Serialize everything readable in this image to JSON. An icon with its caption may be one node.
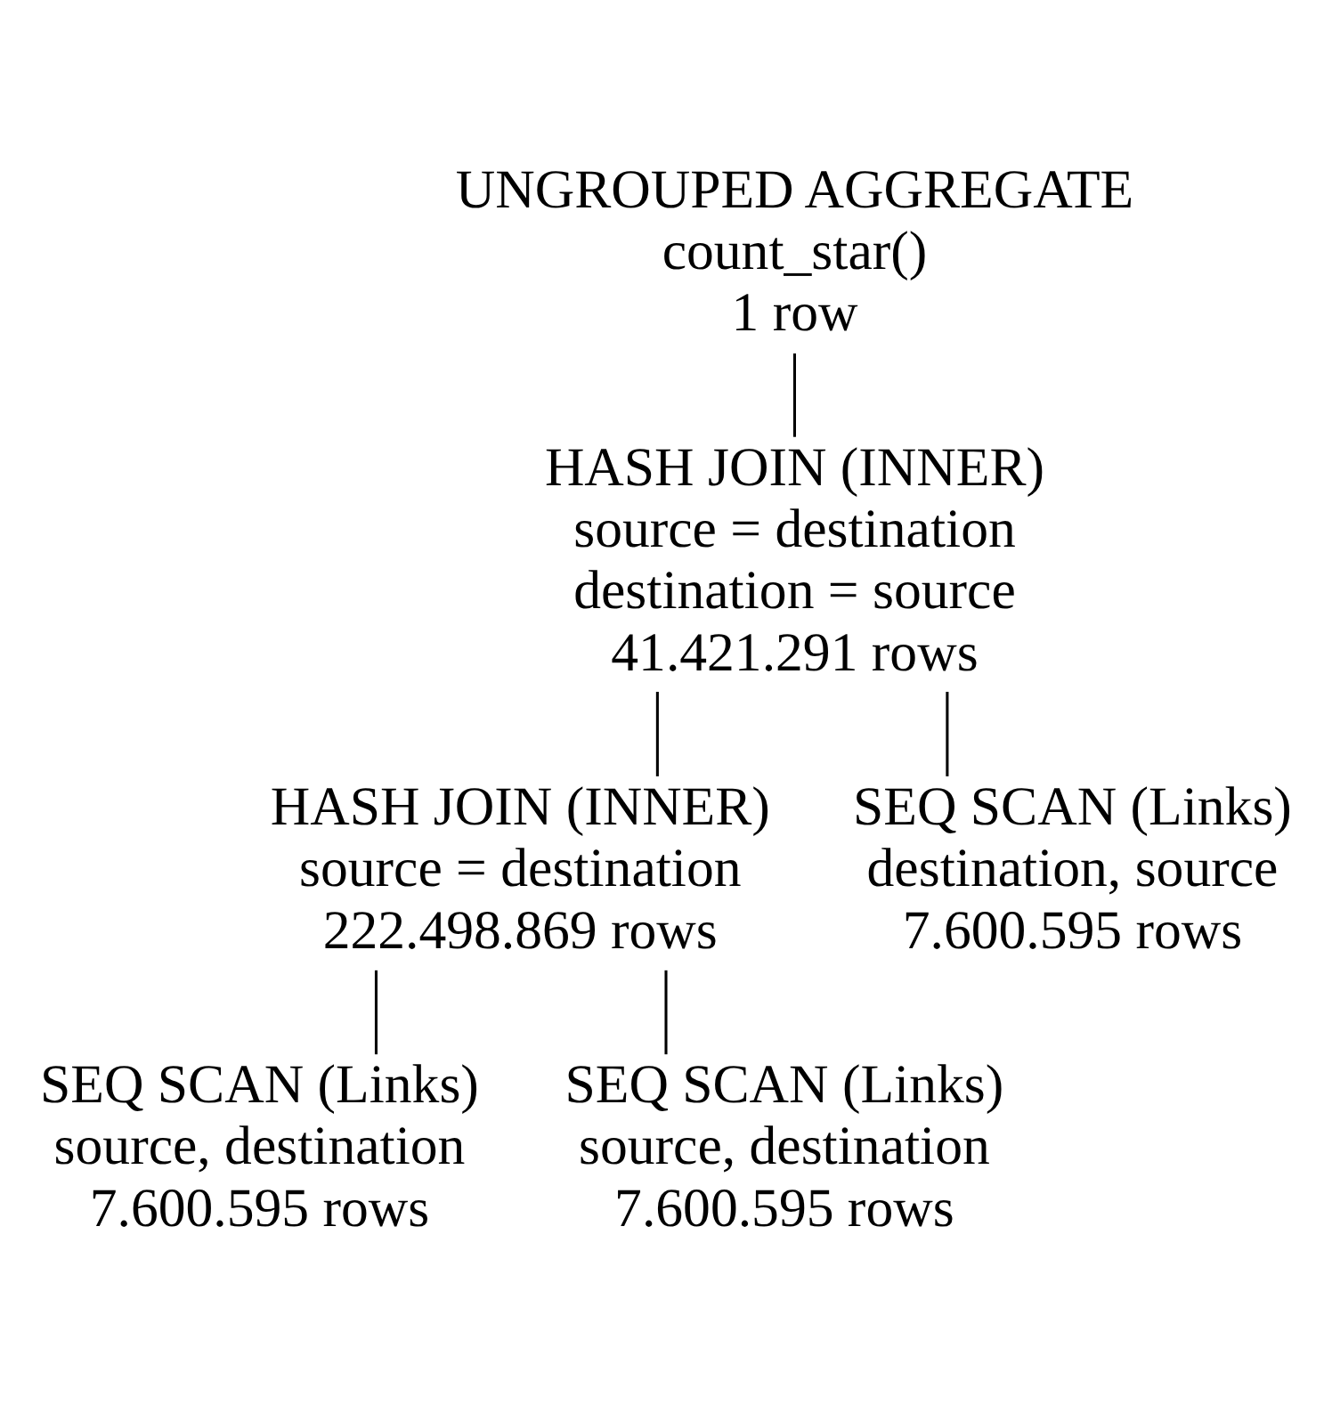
{
  "diagram": {
    "nodes": [
      {
        "text": [
          "UNGROUPED AGGREGATE",
          "count_star()",
          "1 row"
        ]
      },
      {
        "text": [
          "HASH JOIN (INNER)",
          "source = destination",
          "destination = source",
          "41.421.291 rows"
        ]
      },
      {
        "text": [
          "HASH JOIN (INNER)",
          "source = destination",
          "222.498.869 rows"
        ]
      },
      {
        "text": [
          "SEQ SCAN (Links)",
          "destination, source",
          "7.600.595 rows"
        ]
      },
      {
        "text": [
          "SEQ SCAN (Links)",
          "source, destination",
          "7.600.595 rows"
        ]
      },
      {
        "text": [
          "SEQ SCAN (Links)",
          "source, destination",
          "7.600.595 rows"
        ]
      }
    ],
    "edges": [
      {
        "from": 0,
        "to": 1,
        "arrow": "none"
      },
      {
        "from": 1,
        "to": 2,
        "arrow": "none"
      },
      {
        "from": 1,
        "to": 3,
        "arrow": "none"
      },
      {
        "from": 2,
        "to": 4,
        "arrow": "none"
      },
      {
        "from": 2,
        "to": 5,
        "arrow": "none"
      }
    ]
  }
}
